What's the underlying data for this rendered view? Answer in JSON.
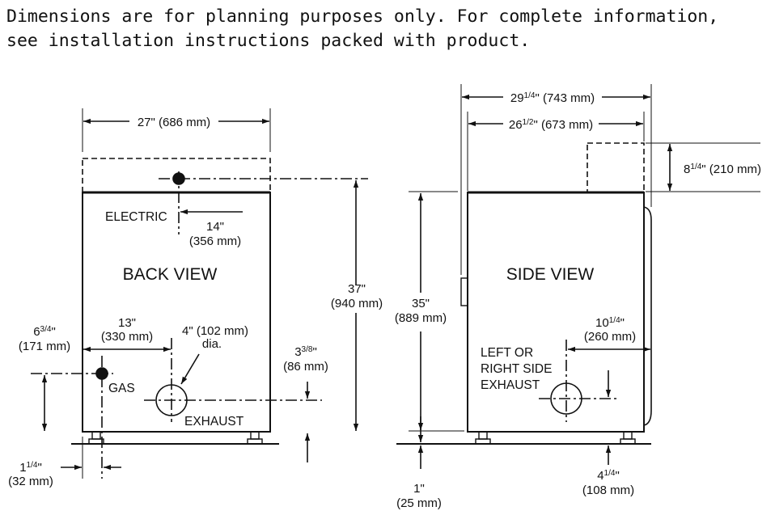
{
  "header": {
    "line1": "Dimensions are for planning purposes only. For complete information,",
    "line2": "see installation instructions packed with product."
  },
  "back_view": {
    "title": "BACK VIEW",
    "electric": "ELECTRIC",
    "gas": "GAS",
    "exhaust": "EXHAUST",
    "width": "27\" (686 mm)",
    "electric_offset": [
      "14\"",
      "(356 mm)"
    ],
    "height": [
      "37\"",
      "(940 mm)"
    ],
    "exhaust_offset": [
      "13\"",
      "(330 mm)"
    ],
    "exhaust_size": [
      "4\" (102 mm)",
      "dia."
    ],
    "exhaust_height": {
      "whole": "3",
      "num": "3",
      "den": "8",
      "mm": "(86 mm)"
    },
    "gas_height": {
      "whole": "6",
      "num": "3",
      "den": "4",
      "mm": "(171 mm)"
    },
    "gas_offset": {
      "whole": "1",
      "num": "1",
      "den": "4",
      "mm": "(32 mm)"
    }
  },
  "side_view": {
    "title": "SIDE VIEW",
    "exhaust_note": [
      "LEFT OR",
      "RIGHT SIDE",
      "EXHAUST"
    ],
    "depth_overall": {
      "whole": "29",
      "num": "1",
      "den": "4",
      "mm": "(743 mm)"
    },
    "depth_cabinet": {
      "whole": "26",
      "num": "1",
      "den": "2",
      "mm": "(673 mm)"
    },
    "vent_height": {
      "whole": "8",
      "num": "1",
      "den": "4",
      "mm": "(210 mm)"
    },
    "height": [
      "35\"",
      "(889 mm)"
    ],
    "exhaust_offset": {
      "whole": "10",
      "num": "1",
      "den": "4",
      "mm": "(260 mm)"
    },
    "exhaust_height": {
      "whole": "4",
      "num": "1",
      "den": "4",
      "mm": "(108 mm)"
    },
    "leg_height": [
      "1\"",
      "(25 mm)"
    ]
  }
}
